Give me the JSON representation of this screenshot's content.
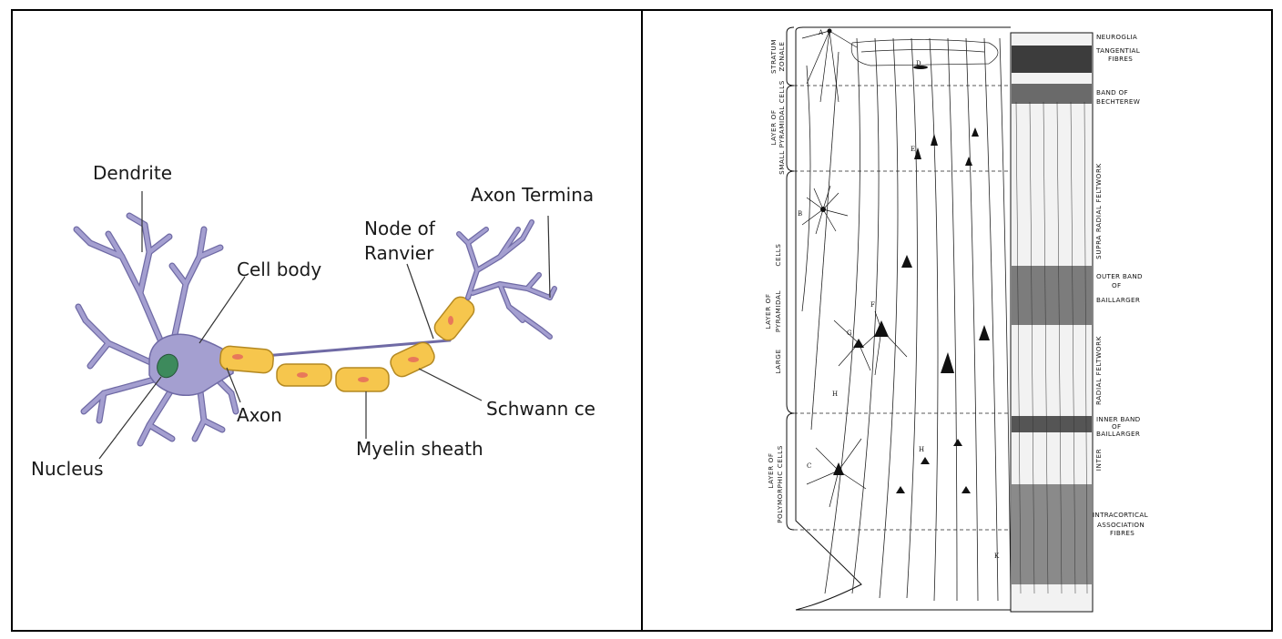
{
  "neuron": {
    "labels": {
      "dendrite": "Dendrite",
      "cell_body": "Cell body",
      "axon_terminal": "Axon Termina",
      "node_of_ranvier_line1": "Node of",
      "node_of_ranvier_line2": "Ranvier",
      "axon": "Axon",
      "schwann_cell": "Schwann ce",
      "myelin_sheath": "Myelin sheath",
      "nucleus": "Nucleus"
    },
    "colors": {
      "cell_fill": "#a49fd0",
      "cell_stroke": "#6f6aa5",
      "nucleus_fill": "#3d8a5c",
      "myelin_fill": "#f6c64d",
      "myelin_stroke": "#b48922",
      "schwann_nucleus": "#e8785a"
    }
  },
  "cortex": {
    "left_labels": {
      "stratum_zonale_1": "STRATUM",
      "stratum_zonale_2": "ZONALE",
      "small_pyramidal_1": "LAYER OF",
      "small_pyramidal_2": "SMALL PYRAMIDAL CELLS",
      "large_pyramidal_1": "LAYER OF",
      "large_pyramidal_2": "LARGE",
      "large_pyramidal_3": "PYRAMIDAL",
      "large_pyramidal_4": "CELLS",
      "polymorphic_1": "LAYER OF",
      "polymorphic_2": "POLYMORPHIC CELLS"
    },
    "right_labels": {
      "neuroglia": "NEUROGLIA",
      "tangential_1": "TANGENTIAL",
      "tangential_2": "FIBRES",
      "bechterew_1": "BAND OF",
      "bechterew_2": "BECHTEREW",
      "supra_radial": "SUPRA RADIAL FELTWORK",
      "outer_baillarger_1": "OUTER BAND",
      "outer_baillarger_2": "OF",
      "outer_baillarger_3": "BAILLARGER",
      "radial_feltwork": "RADIAL FELTWORK",
      "inner_baillarger_1": "INNER BAND",
      "inner_baillarger_2": "OF",
      "inner_baillarger_3": "BAILLARGER",
      "inter": "INTER",
      "intracortical_1": "INTRACORTICAL",
      "intracortical_2": "ASSOCIATION",
      "intracortical_3": "FIBRES"
    },
    "cell_letters": {
      "a": "A",
      "b": "B",
      "c": "C",
      "d": "D",
      "e": "E",
      "f": "F",
      "g": "G",
      "h": "H",
      "h2": "H",
      "k": "K"
    }
  }
}
